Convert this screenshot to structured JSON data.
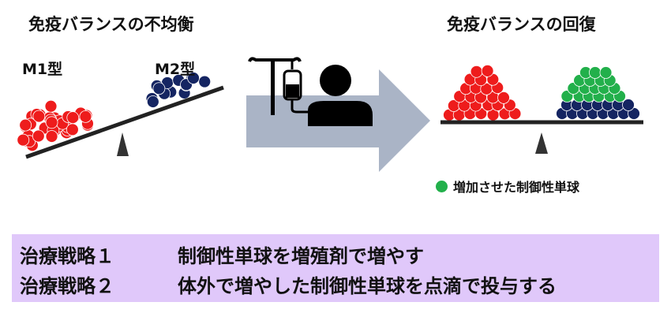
{
  "left": {
    "title": "免疫バランスの不均衡",
    "m1_label": "M1型",
    "m2_label": "M2型"
  },
  "right": {
    "title": "免疫バランスの回復",
    "legend": "増加させた制御性単球"
  },
  "strategies": [
    {
      "head": "治療戦略１",
      "text": "制御性単球を増殖剤で増やす"
    },
    {
      "head": "治療戦略２",
      "text": "体外で増やした制御性単球を点滴で投与する"
    }
  ],
  "colors": {
    "m1": "#ee1c1c",
    "m2": "#152562",
    "regulatory": "#22b04b",
    "arrow": "#aab4c6",
    "box": "#e0c8fa"
  }
}
